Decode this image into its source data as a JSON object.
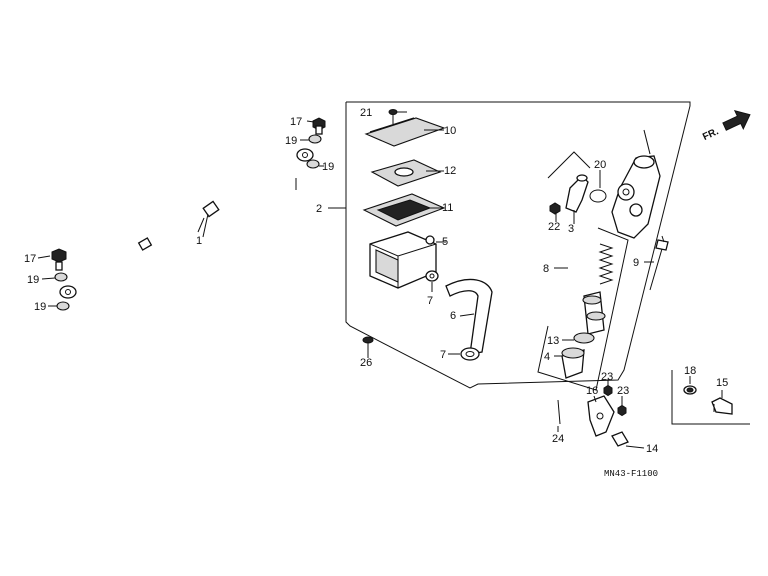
{
  "diagram": {
    "direction_label": "FR.",
    "figure_code": "MN43-F1100",
    "callouts": {
      "c1": "1",
      "c2": "2",
      "c3": "3",
      "c4": "4",
      "c5": "5",
      "c6": "6",
      "c7a": "7",
      "c7b": "7",
      "c8": "8",
      "c9": "9",
      "c10": "10",
      "c11": "11",
      "c12": "12",
      "c13": "13",
      "c14": "14",
      "c15": "15",
      "c16": "16",
      "c17a": "17",
      "c17b": "17",
      "c18": "18",
      "c19a": "19",
      "c19b": "19",
      "c19c": "19",
      "c19d": "19",
      "c20": "20",
      "c21": "21",
      "c22": "22",
      "c23a": "23",
      "c23b": "23",
      "c24": "24",
      "c26": "26"
    }
  }
}
